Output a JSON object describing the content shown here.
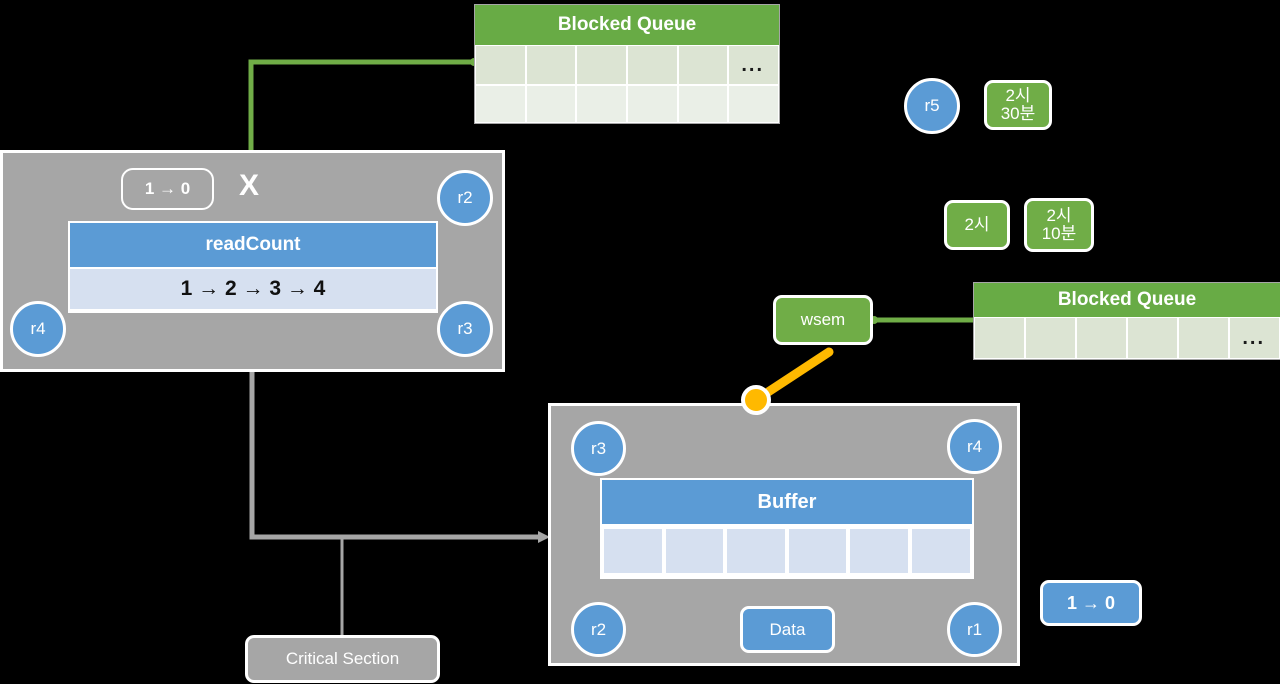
{
  "diagram": {
    "title": "Readers-Writers / Producer-Consumer synchronization diagram",
    "colors": {
      "green_header": "#68AB45",
      "green_box": "#70AD47",
      "green_cell_dark": "#DCE4D3",
      "green_cell_light": "#EAEFE7",
      "blue_header": "#5B9BD5",
      "blue_cell": "#D6E0F0",
      "panel_gray": "#A6A6A6",
      "orange": "#FFB900",
      "background": "#000000"
    }
  },
  "blocked_queue_top": {
    "header": "Blocked Queue",
    "rows": [
      {
        "cells": [
          "",
          "",
          "",
          "",
          "",
          "..."
        ]
      },
      {
        "cells": [
          "",
          "",
          "",
          "",
          "",
          ""
        ]
      }
    ]
  },
  "blocked_queue_right": {
    "header": "Blocked Queue",
    "rows": [
      {
        "cells": [
          "",
          "",
          "",
          "",
          "",
          "..."
        ]
      }
    ]
  },
  "reader_panel": {
    "counter_badge": "1 → 0",
    "x_mark": "X",
    "table": {
      "header": "readCount",
      "value": "1 → 2 → 3 → 4"
    },
    "circles": [
      {
        "label": "r2"
      },
      {
        "label": "r3"
      },
      {
        "label": "r4"
      }
    ]
  },
  "buffer_panel": {
    "table": {
      "header": "Buffer",
      "cells": [
        "",
        "",
        "",
        "",
        "",
        ""
      ]
    },
    "data_button": "Data",
    "circles": [
      {
        "label": "r3"
      },
      {
        "label": "r4"
      },
      {
        "label": "r2"
      },
      {
        "label": "r1"
      }
    ]
  },
  "semaphore": {
    "label": "wsem"
  },
  "critical_section": {
    "label": "Critical Section"
  },
  "writer_badge": {
    "label": "1 → 0"
  },
  "waiting_process": {
    "label": "r5"
  },
  "time_tags": [
    {
      "label": "2시\n30분",
      "line1": "2시",
      "line2": "30분"
    },
    {
      "label": "2시",
      "line1": "2시",
      "line2": ""
    },
    {
      "label": "2시\n10분",
      "line1": "2시",
      "line2": "10분"
    }
  ]
}
